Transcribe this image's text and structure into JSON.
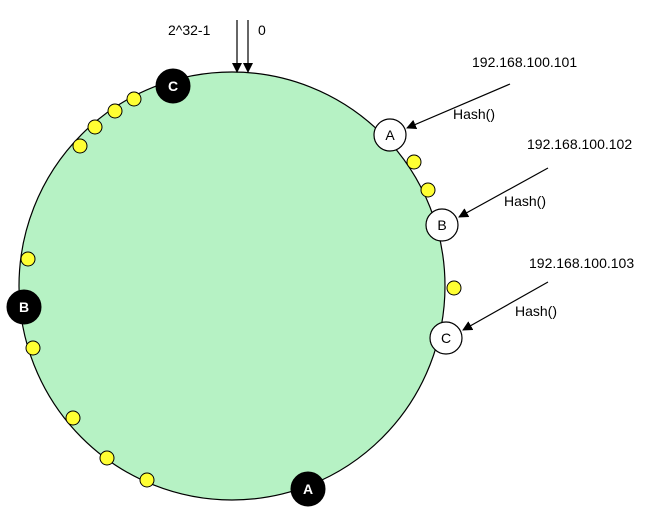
{
  "labels": {
    "max": "2^32-1",
    "zero": "0"
  },
  "servers": [
    {
      "ip": "192.168.100.101",
      "fn": "Hash()",
      "node": "A"
    },
    {
      "ip": "192.168.100.102",
      "fn": "Hash()",
      "node": "B"
    },
    {
      "ip": "192.168.100.103",
      "fn": "Hash()",
      "node": "C"
    }
  ],
  "virtual_nodes": {
    "top": "C",
    "left": "B",
    "bottom": "A"
  },
  "colors": {
    "ring_fill": "#b6f2c4",
    "data_point": "#ffff33",
    "physical_node": "#ffffff",
    "virtual_node": "#000000"
  }
}
